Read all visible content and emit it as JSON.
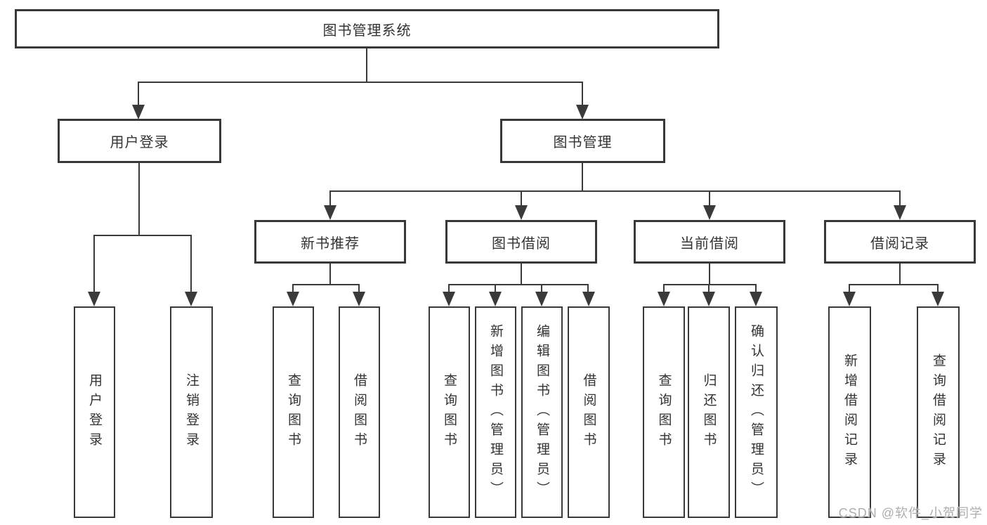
{
  "root": {
    "label": "图书管理系统"
  },
  "level2": [
    {
      "label": "用户登录"
    },
    {
      "label": "图书管理"
    }
  ],
  "level3": [
    {
      "label": "新书推荐"
    },
    {
      "label": "图书借阅"
    },
    {
      "label": "当前借阅"
    },
    {
      "label": "借阅记录"
    }
  ],
  "leaves": [
    {
      "label": "用户登录"
    },
    {
      "label": "注销登录"
    },
    {
      "label": "查询图书"
    },
    {
      "label": "借阅图书"
    },
    {
      "label": "查询图书"
    },
    {
      "label": "新增图书（管理员）"
    },
    {
      "label": "编辑图书（管理员）"
    },
    {
      "label": "借阅图书"
    },
    {
      "label": "查询图书"
    },
    {
      "label": "归还图书"
    },
    {
      "label": "确认归还（管理员）"
    },
    {
      "label": "新增借阅记录"
    },
    {
      "label": "查询借阅记录"
    }
  ],
  "watermark": "CSDN @软件_小贺同学",
  "colors": {
    "line": "#3a3a3a",
    "text": "#333333",
    "watermark": "#aeaeae",
    "background": "#ffffff"
  }
}
